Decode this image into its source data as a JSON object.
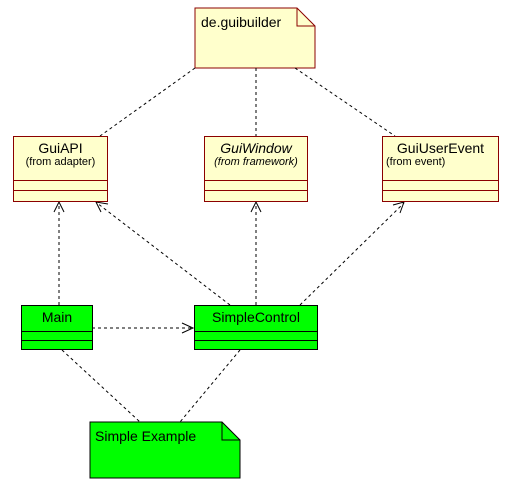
{
  "packages": {
    "top": {
      "label": "de.guibuilder"
    },
    "bottom": {
      "label": "Simple Example"
    }
  },
  "classes": {
    "gui_api": {
      "name": "GuiAPI",
      "stereo": "(from adapter)"
    },
    "gui_window": {
      "name": "GuiWindow",
      "stereo": "(from framework)"
    },
    "gui_user_event": {
      "name": "GuiUserEvent",
      "stereo": "(from event)"
    },
    "main": {
      "name": "Main"
    },
    "simple_control": {
      "name": "SimpleControl"
    }
  },
  "colors": {
    "note_yellow": "#ffffcc",
    "border_darkred": "#8b0000",
    "green": "#00ff00",
    "line": "#000000"
  }
}
